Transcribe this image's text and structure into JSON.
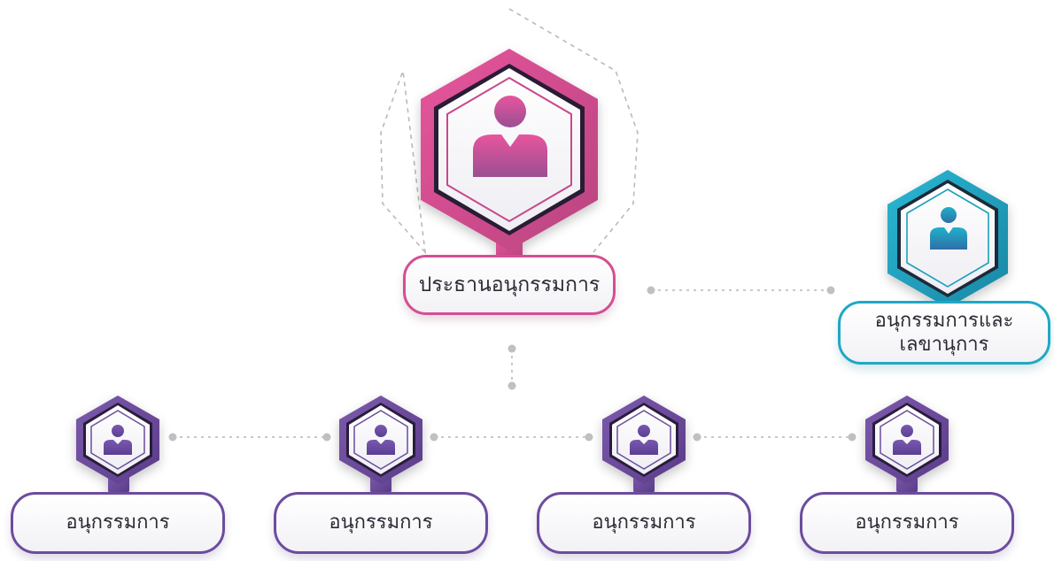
{
  "roles": {
    "chair": "ประธานอนุกรรมการ",
    "secretary": "อนุกรรมการและ\nเลขานุการ",
    "members": [
      "อนุกรรมการ",
      "อนุกรรมการ",
      "อนุกรรมการ",
      "อนุกรรมการ"
    ]
  },
  "colors": {
    "chair_accent": "#d64d93",
    "secretary_accent": "#1fa8c4",
    "member_accent": "#6c4c9e",
    "connector": "#c8c8cc"
  },
  "icons": {
    "node": "person-icon"
  }
}
